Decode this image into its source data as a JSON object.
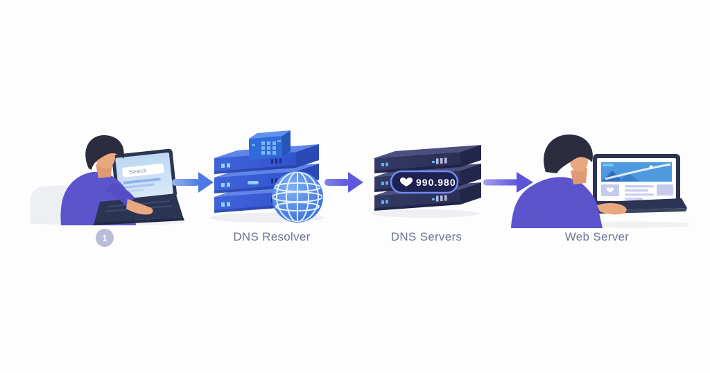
{
  "page": {
    "background": "#fdfdfe",
    "description": "DNS resolution flow illustration"
  },
  "flow": {
    "nodes": [
      {
        "id": "client-user",
        "step_badge": "1",
        "label": "",
        "laptop_search_text": "Search"
      },
      {
        "id": "dns-resolver",
        "label": "DNS Resolver"
      },
      {
        "id": "dns-servers",
        "label": "DNS Servers",
        "ip_badge_text": "990.980"
      },
      {
        "id": "web-server",
        "label": "Web Server"
      }
    ],
    "connectors": [
      {
        "from": "client-user",
        "to": "dns-resolver",
        "style": "blue-arrow"
      },
      {
        "from": "dns-resolver",
        "to": "dns-servers",
        "style": "purple-arrow"
      },
      {
        "from": "dns-servers",
        "to": "web-server",
        "style": "purple-arrow"
      }
    ]
  },
  "icons": {
    "resolver_icon": "globe",
    "ip_badge_icon": "heart",
    "connector_icon": "arrow-right",
    "webpage_card_icon": "heart"
  },
  "colors": {
    "label_text": "#6e7396",
    "step_badge_bg": "#b9bdd8",
    "arrow_blue": "#4d79e2",
    "arrow_purple": "#5b53d8",
    "resolver_server_front": "#3a5ed6",
    "resolver_server_top": "#5f84ea",
    "dns_server_front": "#30345a",
    "dns_server_top": "#4a4f7e",
    "ip_badge_bg": "#1e2250",
    "ip_badge_border": "#6f8df2",
    "indicator_cyan": "#8fd2f6",
    "shirt_purple": "#5b54cd",
    "skin": "#eaa87e",
    "hair": "#2b2c3e",
    "laptop_navy": "#2d3452",
    "hero_blue": "#4f9ade"
  }
}
